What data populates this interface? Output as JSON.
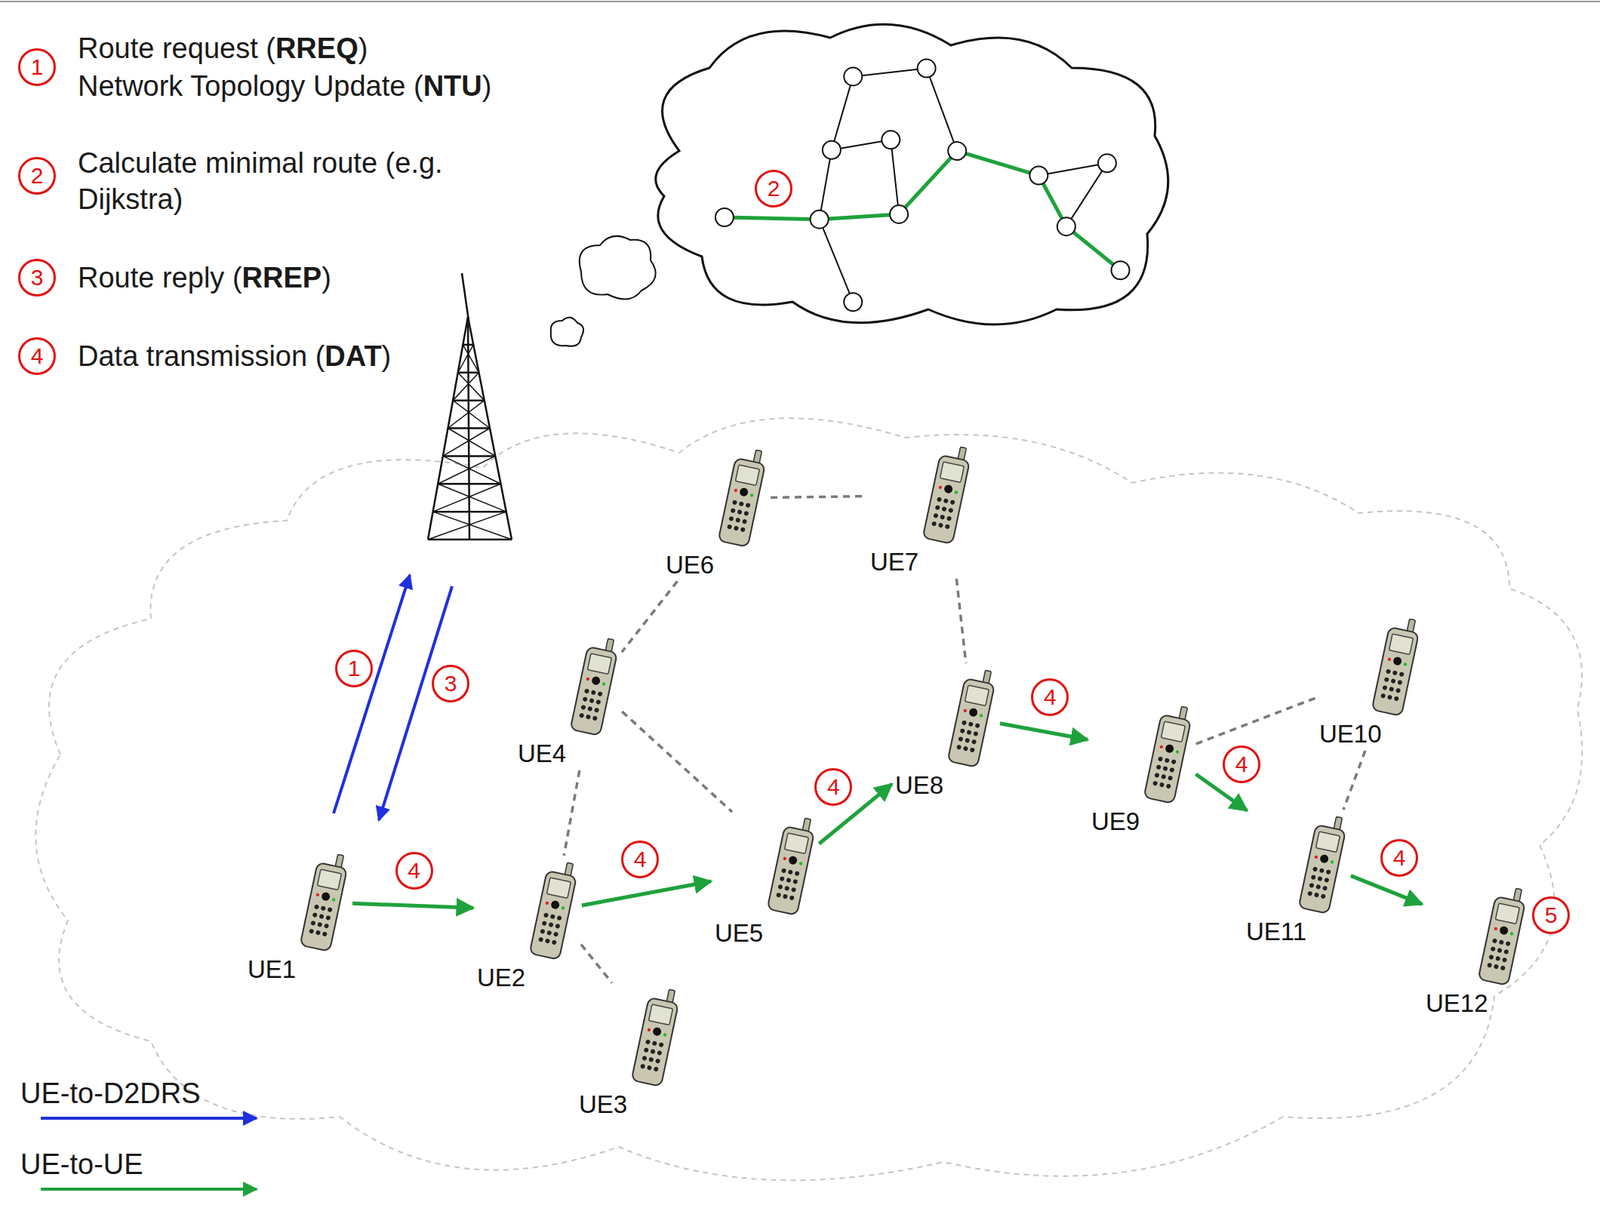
{
  "diagram": {
    "nodes": [
      {
        "text": [
          "UE1"
        ]
      },
      {
        "text": [
          "UE2"
        ]
      },
      {
        "text": [
          "UE3"
        ]
      },
      {
        "text": [
          "UE4"
        ]
      },
      {
        "text": [
          "UE5"
        ]
      },
      {
        "text": [
          "UE6"
        ]
      },
      {
        "text": [
          "UE7"
        ]
      },
      {
        "text": [
          "UE8"
        ]
      },
      {
        "text": [
          "UE9"
        ]
      },
      {
        "text": [
          "UE10"
        ]
      },
      {
        "text": [
          "UE11"
        ]
      },
      {
        "text": [
          "UE12"
        ]
      }
    ],
    "edges": [
      {
        "from": 0,
        "to": 1,
        "arrow": "to",
        "label": "4"
      },
      {
        "from": 1,
        "to": 4,
        "arrow": "to",
        "label": "4"
      },
      {
        "from": 4,
        "to": 7,
        "arrow": "to",
        "label": "4"
      },
      {
        "from": 7,
        "to": 8,
        "arrow": "to",
        "label": "4"
      },
      {
        "from": 8,
        "to": 10,
        "arrow": "to",
        "label": "4"
      },
      {
        "from": 10,
        "to": 11,
        "arrow": "to",
        "label": "4"
      },
      {
        "from": 5,
        "to": 6,
        "arrow": "none"
      },
      {
        "from": 5,
        "to": 3,
        "arrow": "none"
      },
      {
        "from": 3,
        "to": 1,
        "arrow": "none"
      },
      {
        "from": 3,
        "to": 4,
        "arrow": "none"
      },
      {
        "from": 6,
        "to": 7,
        "arrow": "none"
      },
      {
        "from": 8,
        "to": 9,
        "arrow": "none"
      },
      {
        "from": 9,
        "to": 10,
        "arrow": "none"
      },
      {
        "from": 1,
        "to": 2,
        "arrow": "none"
      }
    ],
    "labels": [
      "1",
      "Route request (RREQ)",
      "Network Topology Update (NTU)",
      "2",
      "Calculate minimal route (e.g. Dijkstra)",
      "3",
      "Route reply (RREP)",
      "4",
      "Data transmission (DAT)",
      "2",
      "1",
      "3",
      "5"
    ],
    "legend": [
      {
        "text": "UE-to-D2DRS"
      },
      {
        "text": "UE-to-UE"
      }
    ]
  }
}
